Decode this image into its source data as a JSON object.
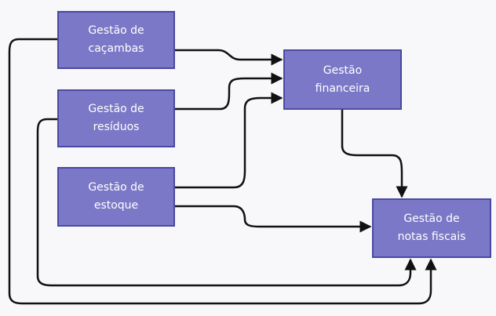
{
  "nodes": {
    "cacambas": {
      "label": "Gestão de\ncaçambas"
    },
    "residuos": {
      "label": "Gestão de\nresíduos"
    },
    "estoque": {
      "label": "Gestão de\nestoque"
    },
    "financeira": {
      "label": "Gestão\nfinanceira"
    },
    "notas": {
      "label": "Gestão de\nnotas fiscais"
    }
  },
  "edges": [
    {
      "from": "cacambas",
      "to": "financeira"
    },
    {
      "from": "residuos",
      "to": "financeira"
    },
    {
      "from": "estoque",
      "to": "financeira"
    },
    {
      "from": "financeira",
      "to": "notas"
    },
    {
      "from": "estoque",
      "to": "notas"
    },
    {
      "from": "residuos",
      "to": "notas"
    },
    {
      "from": "cacambas",
      "to": "notas"
    }
  ],
  "colors": {
    "node_fill": "#7b78c7",
    "node_border": "#4a4aa4",
    "edge": "#111111",
    "background": "#f8f8fa"
  }
}
